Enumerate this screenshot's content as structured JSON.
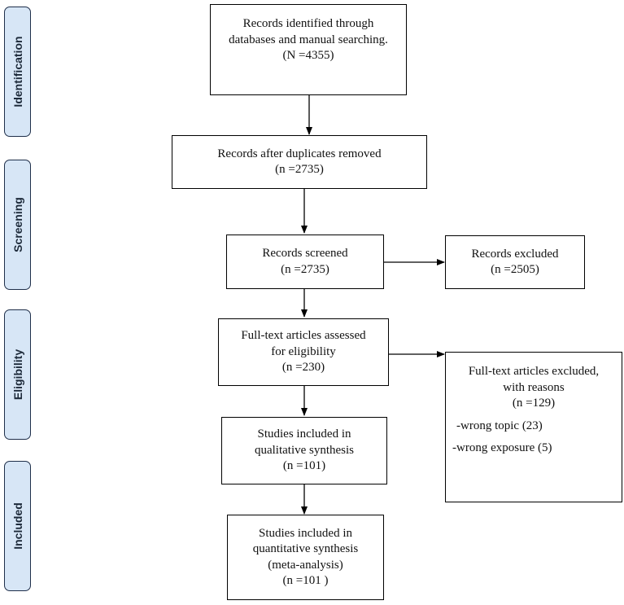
{
  "stages": {
    "identification": "Identification",
    "screening": "Screening",
    "eligibility": "Eligibility",
    "included": "Included"
  },
  "boxes": {
    "identified": {
      "line1": "Records identified through",
      "line2": "databases and manual searching.",
      "line3": "(N =4355)"
    },
    "duplicates_removed": {
      "line1": "Records after duplicates removed",
      "line2": "(n =2735)"
    },
    "screened": {
      "line1": "Records screened",
      "line2": "(n =2735)"
    },
    "screened_excluded": {
      "line1": "Records excluded",
      "line2": "(n =2505)"
    },
    "fulltext_assessed": {
      "line1": "Full-text articles assessed",
      "line2": "for eligibility",
      "line3": "(n =230)"
    },
    "fulltext_excluded": {
      "line1": "Full-text articles excluded,",
      "line2": "with reasons",
      "line3": "(n =129)",
      "reason1": "-wrong topic (23)",
      "reason2": "-wrong exposure (5)"
    },
    "qualitative": {
      "line1": "Studies included in",
      "line2": "qualitative synthesis",
      "line3": "(n =101)"
    },
    "quantitative": {
      "line1": "Studies included in",
      "line2": "quantitative synthesis",
      "line3": "(meta-analysis)",
      "line4": "(n =101 )"
    }
  }
}
